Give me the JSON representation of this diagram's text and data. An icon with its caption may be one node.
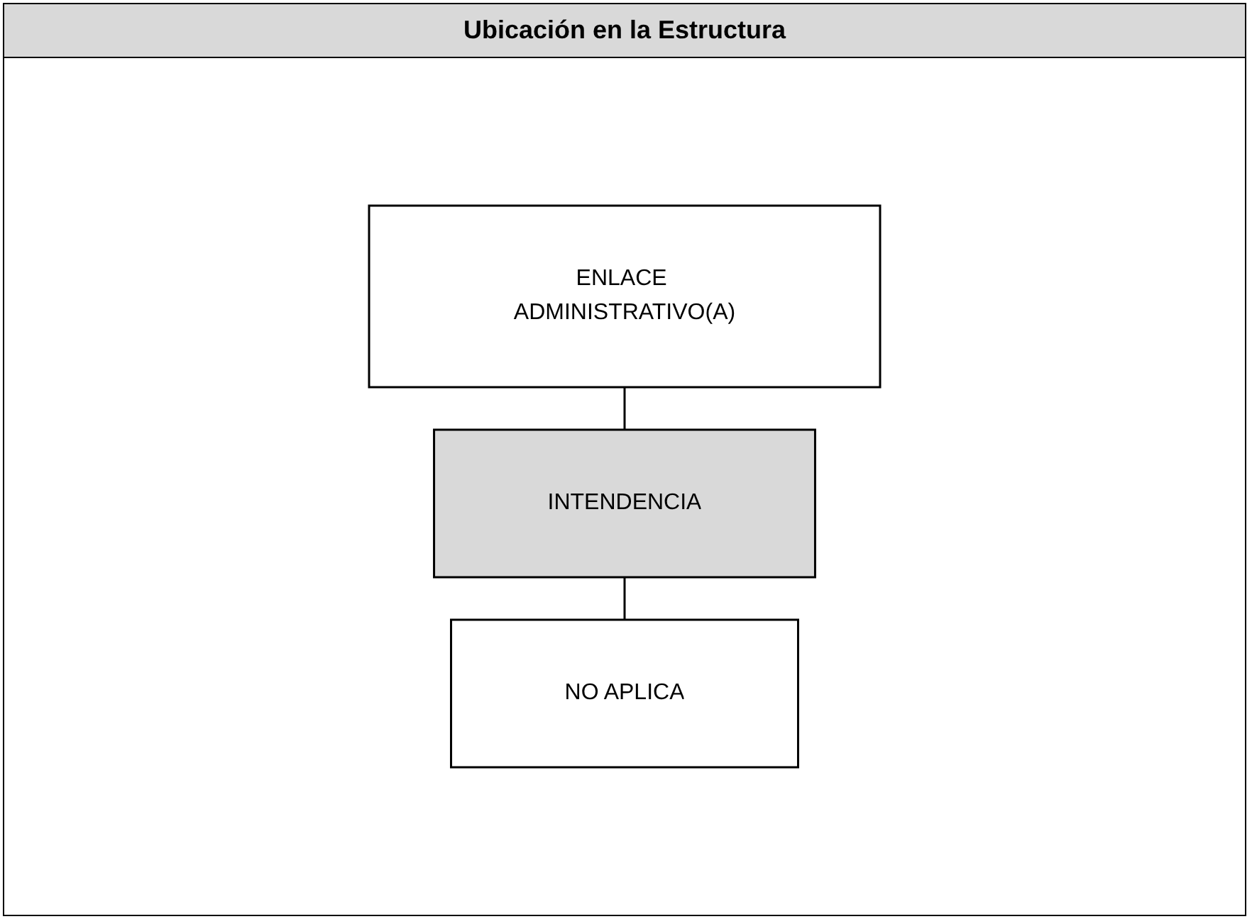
{
  "diagram": {
    "title": "Ubicación en la Estructura",
    "nodes": [
      {
        "text": [
          "ENLACE ADMINISTRATIVO(A)"
        ]
      },
      {
        "text": [
          "INTENDENCIA"
        ]
      },
      {
        "text": [
          "NO APLICA"
        ]
      }
    ],
    "edges": [
      {
        "from": 0,
        "to": 1,
        "arrow": "none"
      },
      {
        "from": 1,
        "to": 2,
        "arrow": "none"
      }
    ]
  }
}
